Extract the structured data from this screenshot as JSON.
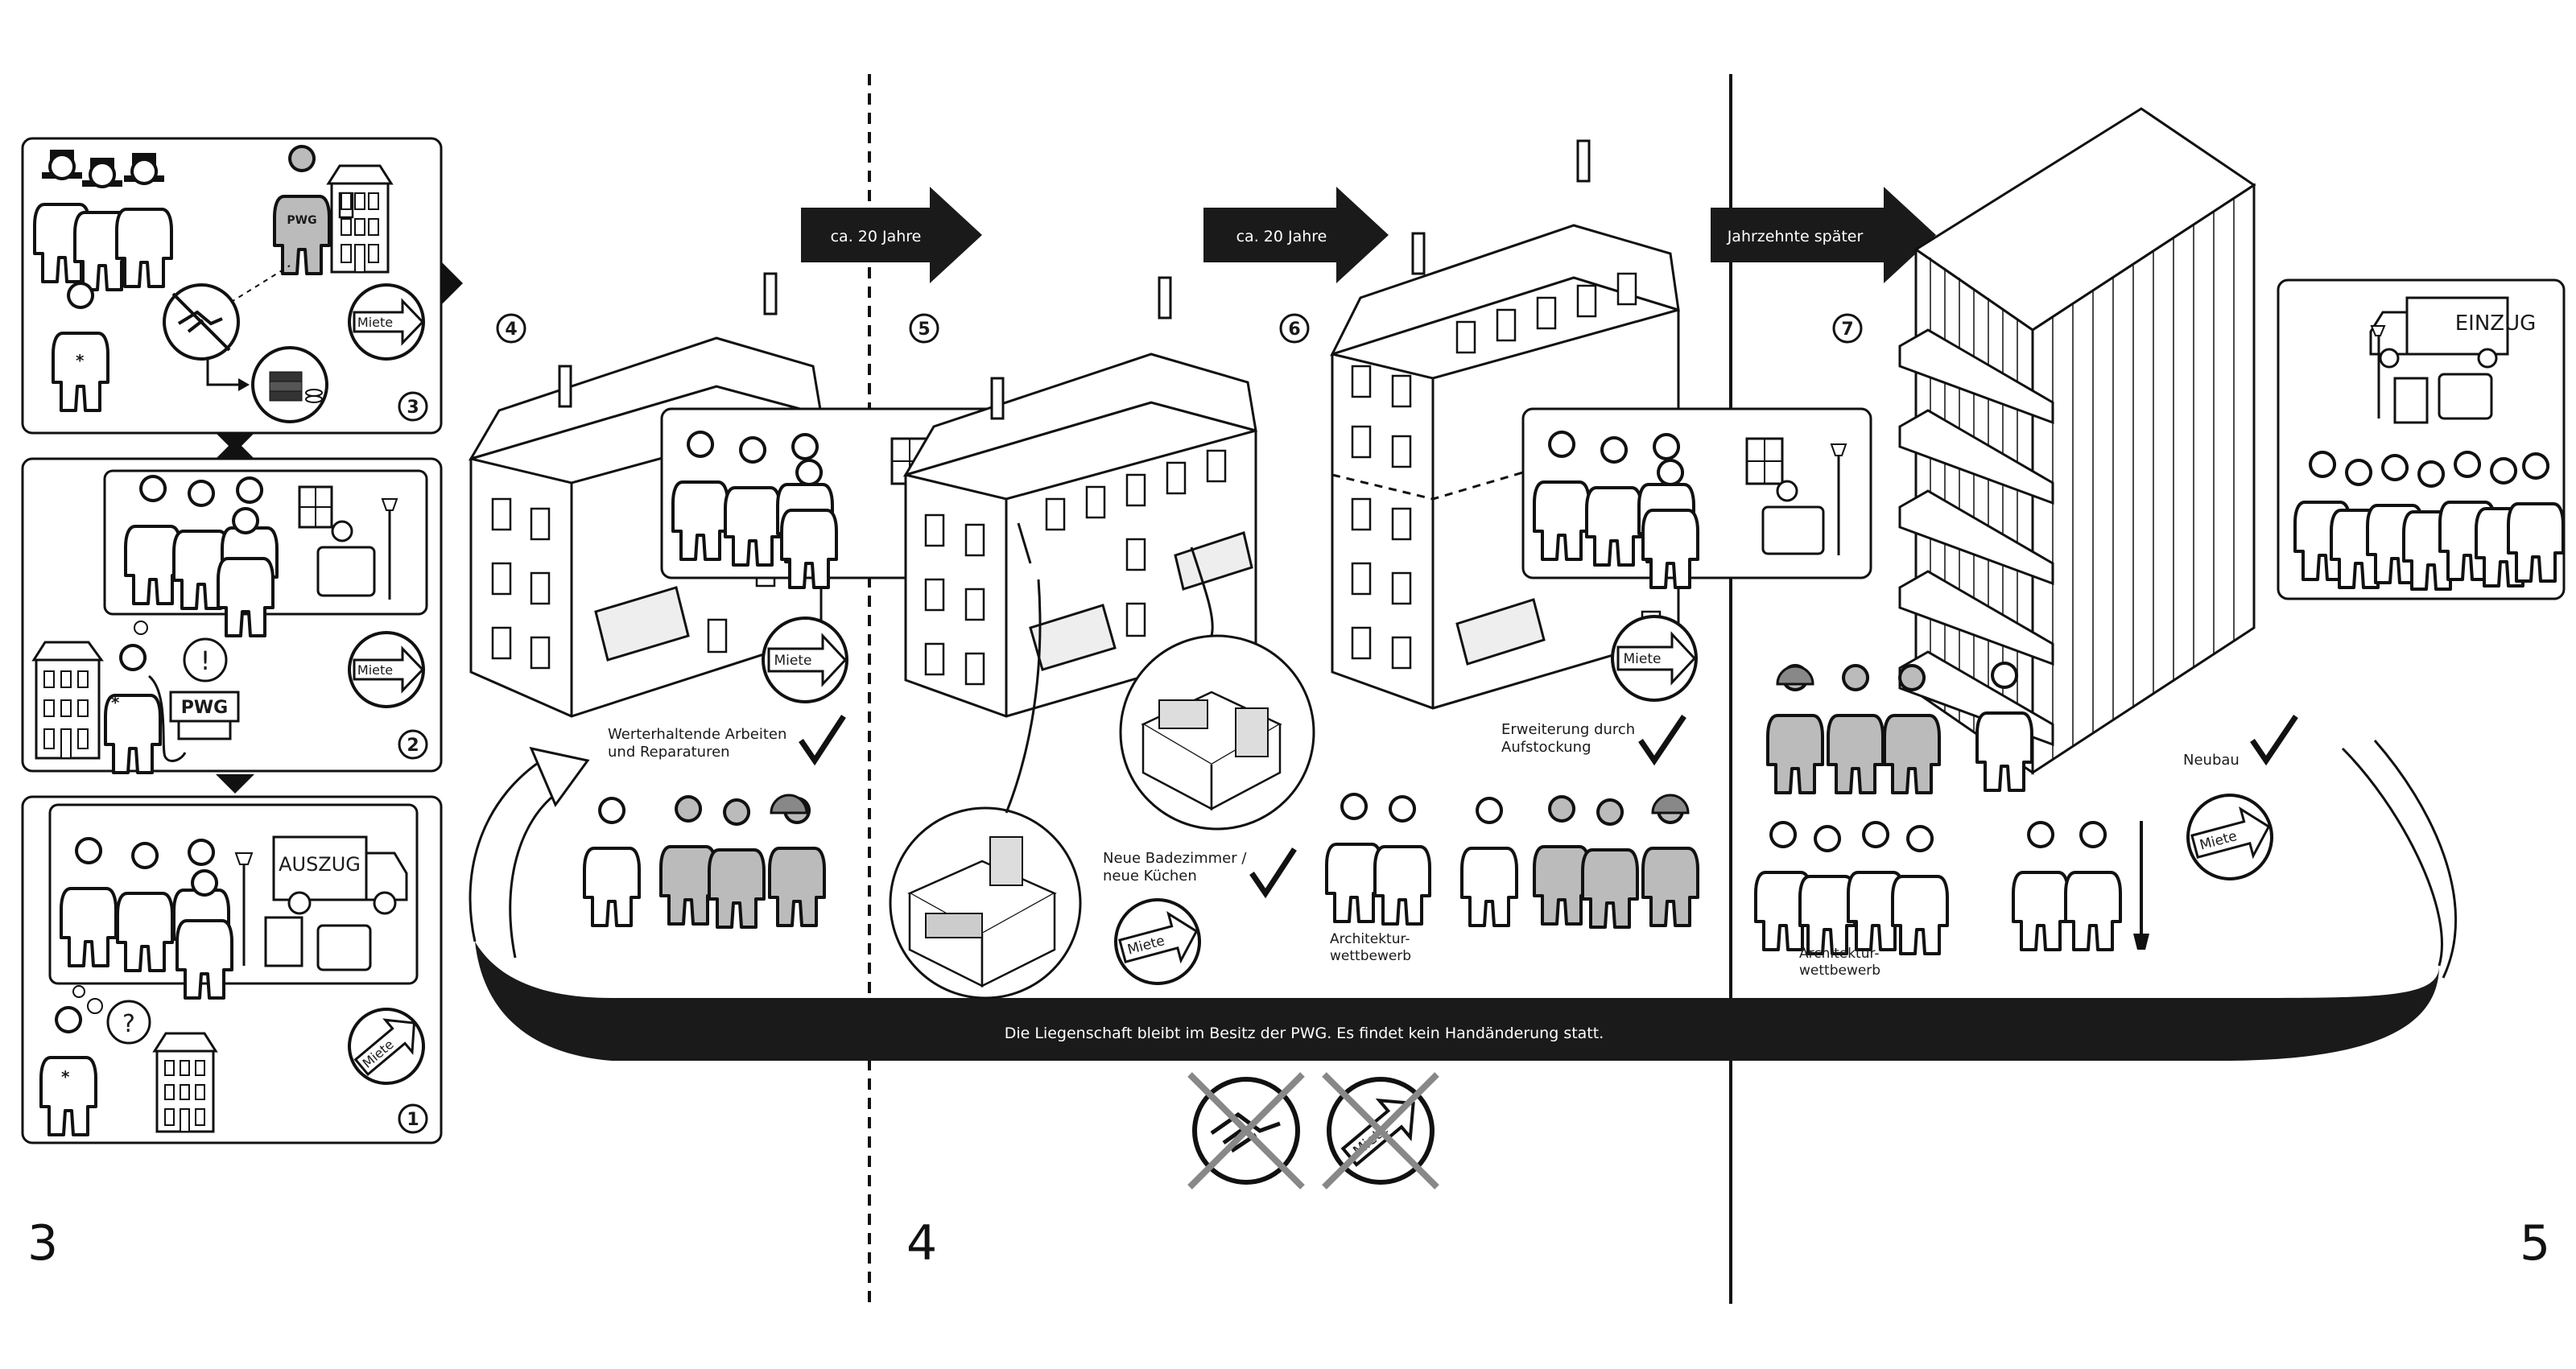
{
  "arrows": [
    {
      "label": "ca. 20 Jahre"
    },
    {
      "label": "ca. 20 Jahre"
    },
    {
      "label": "Jahrzehnte später"
    }
  ],
  "steps": [
    "1",
    "2",
    "3",
    "4",
    "5",
    "6",
    "7"
  ],
  "rent_sign": "Miete",
  "signs": {
    "pwg": "PWG",
    "pwg_small": "PWG",
    "auszug": "AUSZUG",
    "einzug": "EINZUG",
    "exclaim": "!",
    "question": "?"
  },
  "captions": {
    "step4_line1": "Werterhaltende Arbeiten",
    "step4_line2": "und Reparaturen",
    "step5_line1": "Neue Badezimmer /",
    "step5_line2": "neue Küchen",
    "step6_line1": "Erweiterung durch",
    "step6_line2": "Aufstockung",
    "step6_comp_line1": "Architektur-",
    "step6_comp_line2": "wettbewerb",
    "step7_new": "Neubau",
    "step7_comp_line1": "Architektur-",
    "step7_comp_line2": "wettbewerb"
  },
  "banner": "Die Liegenschaft bleibt  im Besitz der PWG. Es findet kein Handänderung statt.",
  "page_numbers": [
    "3",
    "4",
    "5"
  ]
}
